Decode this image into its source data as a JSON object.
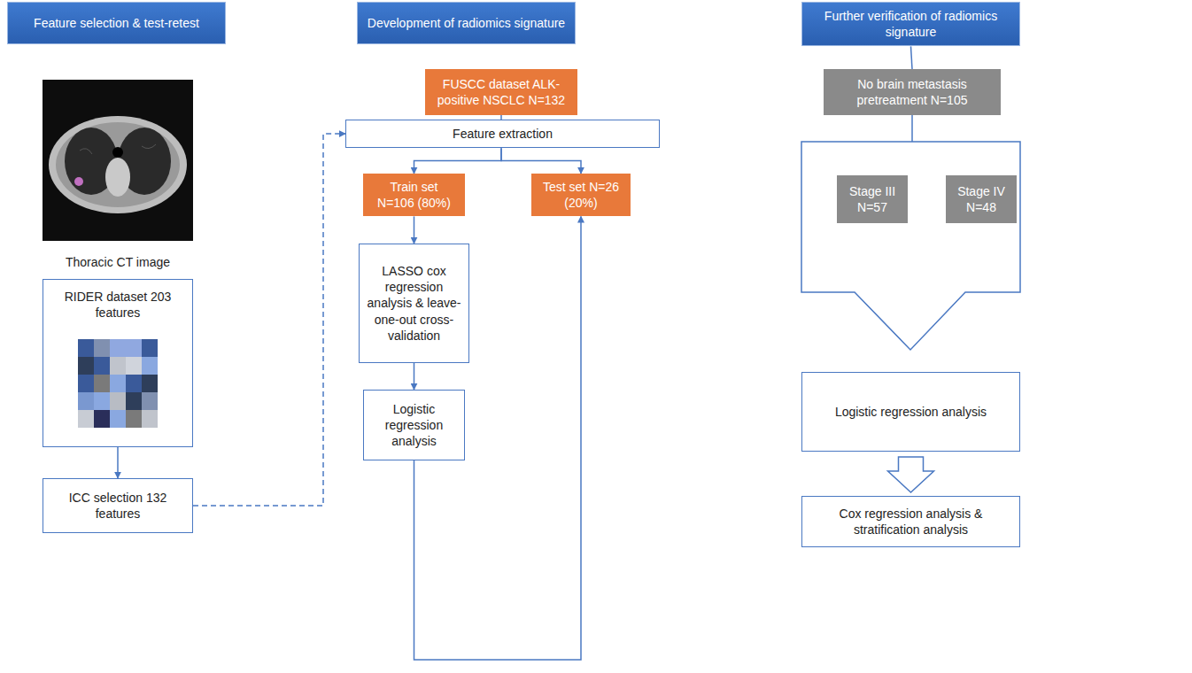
{
  "diagram": {
    "nodes": [
      {
        "text": [
          "Feature selection & test-retest"
        ]
      },
      {
        "text": [
          "RIDER dataset 203 features"
        ]
      },
      {
        "text": [
          "ICC selection 132 features"
        ]
      },
      {
        "text": [
          "Development of radiomics signature"
        ]
      },
      {
        "text": [
          "FUSCC dataset ALK-positive NSCLC N=132"
        ]
      },
      {
        "text": [
          "Feature extraction"
        ]
      },
      {
        "text": [
          "Train set N=106 (80%)"
        ]
      },
      {
        "text": [
          "Test set N=26 (20%)"
        ]
      },
      {
        "text": [
          "LASSO cox regression analysis & leave-one-out cross-validation"
        ]
      },
      {
        "text": [
          "Logistic regression analysis"
        ]
      },
      {
        "text": [
          "Further verification of radiomics signature"
        ]
      },
      {
        "text": [
          "No brain metastasis pretreatment N=105"
        ]
      },
      {
        "text": [
          "Stage III N=57"
        ]
      },
      {
        "text": [
          "Stage IV N=48"
        ]
      },
      {
        "text": [
          "Logistic regression analysis"
        ]
      },
      {
        "text": [
          "Cox regression analysis & stratification analysis"
        ]
      }
    ],
    "edges": [
      {
        "from": 1,
        "to": 2,
        "arrow": "to"
      },
      {
        "from": 2,
        "to": 5,
        "arrow": "to"
      },
      {
        "from": 4,
        "to": 5,
        "arrow": "none"
      },
      {
        "from": 5,
        "to": 6,
        "arrow": "to"
      },
      {
        "from": 5,
        "to": 7,
        "arrow": "to"
      },
      {
        "from": 6,
        "to": 8,
        "arrow": "to"
      },
      {
        "from": 8,
        "to": 9,
        "arrow": "to"
      },
      {
        "from": 9,
        "to": 7,
        "arrow": "to"
      },
      {
        "from": 10,
        "to": 11,
        "arrow": "none"
      },
      {
        "from": 14,
        "to": 15,
        "arrow": "to"
      }
    ],
    "labels": [
      "Thoracic CT image"
    ]
  }
}
